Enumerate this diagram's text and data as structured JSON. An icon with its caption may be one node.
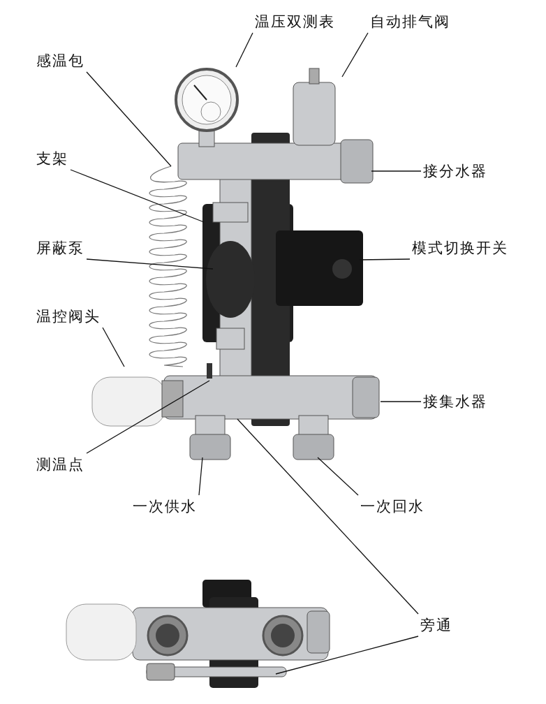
{
  "diagram": {
    "nodes": [
      {
        "text": [
          "温压双测表"
        ]
      },
      {
        "text": [
          "自动排气阀"
        ]
      },
      {
        "text": [
          "感温包"
        ]
      },
      {
        "text": [
          "支架"
        ]
      },
      {
        "text": [
          "接分水器"
        ]
      },
      {
        "text": [
          "屏蔽泵"
        ]
      },
      {
        "text": [
          "模式切换开关"
        ]
      },
      {
        "text": [
          "温控阀头"
        ]
      },
      {
        "text": [
          "接集水器"
        ]
      },
      {
        "text": [
          "测温点"
        ]
      },
      {
        "text": [
          "一次供水"
        ]
      },
      {
        "text": [
          "一次回水"
        ]
      },
      {
        "text": [
          "旁通"
        ]
      }
    ],
    "edges": [
      {
        "from": 0,
        "to": null,
        "arrow": "none"
      },
      {
        "from": 1,
        "to": null,
        "arrow": "none"
      },
      {
        "from": 2,
        "to": null,
        "arrow": "none"
      },
      {
        "from": 3,
        "to": null,
        "arrow": "none"
      },
      {
        "from": 4,
        "to": null,
        "arrow": "none"
      },
      {
        "from": 5,
        "to": null,
        "arrow": "none"
      },
      {
        "from": 6,
        "to": null,
        "arrow": "none"
      },
      {
        "from": 7,
        "to": null,
        "arrow": "none"
      },
      {
        "from": 8,
        "to": null,
        "arrow": "none"
      },
      {
        "from": 9,
        "to": null,
        "arrow": "none"
      },
      {
        "from": 10,
        "to": null,
        "arrow": "none"
      },
      {
        "from": 11,
        "to": null,
        "arrow": "none"
      },
      {
        "from": 12,
        "to": null,
        "arrow": "none"
      },
      {
        "from": 12,
        "to": null,
        "arrow": "none"
      }
    ]
  }
}
